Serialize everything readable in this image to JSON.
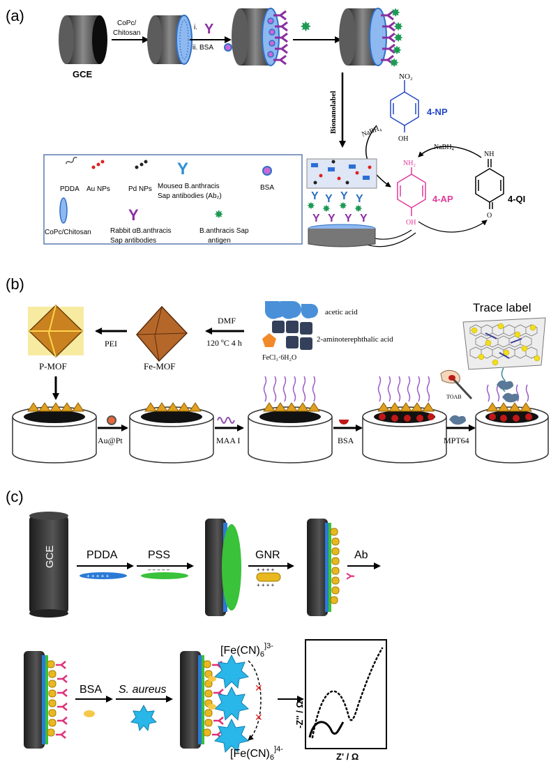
{
  "panels": {
    "a": {
      "label": "(a)",
      "step1": {
        "electrode": "GCE",
        "reagent_line1": "CoPc/",
        "reagent_line2": "Chitosan"
      },
      "step2": {
        "line1": "i.",
        "line2": "ii. BSA"
      },
      "bionanolabel": "Bionanolabel",
      "reduction": {
        "reagent": "NaBH₄",
        "np_label": "4-NP",
        "ap_label": "4-AP",
        "qi_label": "4-QI",
        "no2": "NO₂",
        "nh2": "NH₂",
        "oh": "OH",
        "nh": "NH",
        "o": "O"
      },
      "legend": {
        "pdda": "PDDA",
        "au": "Au NPs",
        "pd": "Pd NPs",
        "mouse_line1": "Mouseα B.anthracis",
        "mouse_line2": "Sap antibodies (Ab₂)",
        "bsa": "BSA",
        "copc": "CoPc/Chitosan",
        "rabbit_line1": "Rabbit αB.anthracis",
        "rabbit_line2": "Sap antibodies",
        "antigen_line1": "B.anthracis Sap",
        "antigen_line2": "antigen"
      }
    },
    "b": {
      "label": "(b)",
      "trace_label": "Trace label",
      "acetic_acid": "acetic acid",
      "amino_acid": "2-aminoterephthalic acid",
      "fecl3": "FeCl₃·6H₂O",
      "dmf": "DMF",
      "conditions": "120 ºC 4 h",
      "pei": "PEI",
      "fe_mof": "Fe-MOF",
      "p_mof": "P-MOF",
      "aupt": "Au@Pt",
      "maa": "MAA I",
      "bsa": "BSA",
      "mpt64": "MPT64",
      "toab": "TOAB"
    },
    "c": {
      "label": "(c)",
      "gce": "GCE",
      "pdda": "PDDA",
      "pss": "PSS",
      "gnr": "GNR",
      "ab": "Ab",
      "bsa": "BSA",
      "s_aureus": "S. aureus",
      "fe3_base": "[Fe(CN)",
      "fe3_sub": "6",
      "fe3_sup": "]3-",
      "fe4_base": "[Fe(CN)",
      "fe4_sub": "6",
      "fe4_sup": "]4-",
      "plus_charges": "+ + + + +",
      "minus_charges": "– – – – –",
      "gnr_charges": "+ + + +",
      "plot": {
        "xlabel": "Z' / Ω",
        "ylabel": "-Z'' / Ω"
      }
    }
  },
  "colors": {
    "electrode": "#3a3a3a",
    "antibody_purple": "#8b2fa0",
    "antigen_green": "#1e9a55",
    "copc_blue": "#5a8fd6",
    "ap_pink": "#e0399a",
    "np_blue": "#2346c8",
    "mof_brown": "#b5672a",
    "gold": "#e8b820",
    "pss_green": "#39c23a",
    "pdda_blue": "#2a7ad6",
    "sau_cyan": "#29b6e8",
    "ab_pink": "#e0307a"
  }
}
